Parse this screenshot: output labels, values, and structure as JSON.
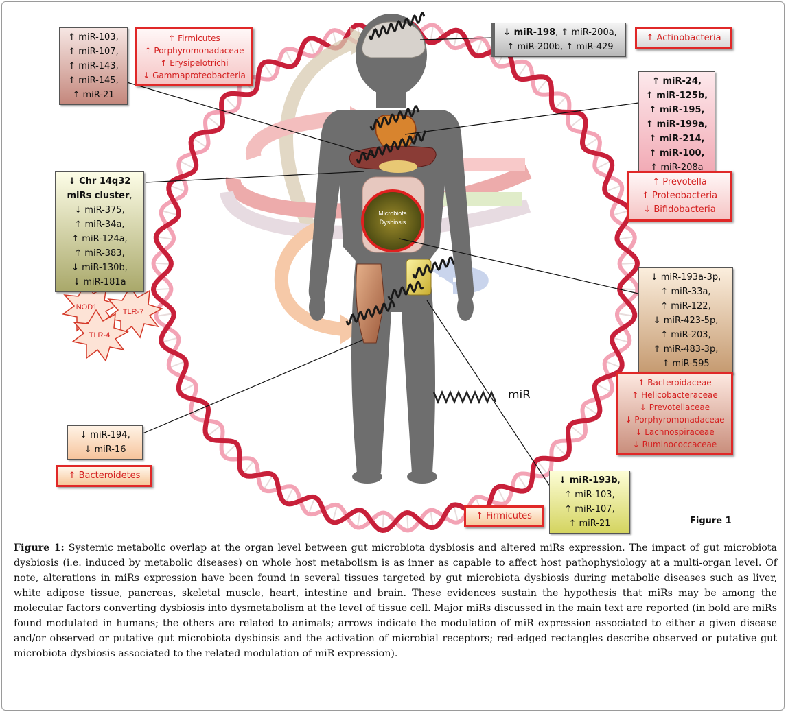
{
  "boxes": {
    "top_left": {
      "lines": [
        "↑ miR-103,",
        "↑ miR-107,",
        "↑ miR-143,",
        "↑ miR-145,",
        "↑ miR-21"
      ]
    },
    "top_left_red": {
      "lines": [
        "↑ Firmicutes",
        "↑ Porphyromonadaceae",
        "↑ Erysipelotrichi",
        "↓ Gammaproteobacteria"
      ]
    },
    "top_center": {
      "line1_bold": "↓ miR-198",
      "line1_rest": ", ↑ miR-200a,",
      "line2": "↑ miR-200b, ↑ miR-429"
    },
    "top_right_red": {
      "lines": [
        "↑ Actinobacteria"
      ]
    },
    "right_heart": {
      "lines_bold": [
        "↑ miR-24,",
        "↑ miR-125b,",
        "↑ miR-195,",
        "↑ miR-199a,",
        "↑ miR-214,",
        "↑ miR-100,"
      ],
      "lines": [
        "↑ miR-208a"
      ]
    },
    "right_heart_red": {
      "lines": [
        "↑ Prevotella",
        "↑ Proteobacteria",
        "↓ Bifidobacteria"
      ]
    },
    "left_liver": {
      "bold_lines": [
        "↓ Chr 14q32",
        "miRs cluster"
      ],
      "cluster_suffix": ",",
      "lines": [
        "↓ miR-375,",
        "↑ miR-34a,",
        "↑ miR-124a,",
        "↑ miR-383,",
        "↓ miR-130b,",
        "↓ miR-181a"
      ]
    },
    "right_fat": {
      "lines": [
        "↓ miR-193a-3p,",
        "↑ miR-33a,",
        "↑ miR-122,",
        "↓ miR-423-5p,",
        "↑ miR-203,",
        "↑ miR-483-3p,",
        "↑ miR-595"
      ]
    },
    "right_fat_red": {
      "lines": [
        "↑ Bacteroidaceae",
        "↑ Helicobacteraceae",
        "↓ Prevotellaceae",
        "↓ Porphyromonadaceae",
        "↓ Lachnospiraceae",
        "↓ Ruminococcaceae"
      ]
    },
    "left_muscle": {
      "lines": [
        "↓ miR-194,",
        "↓ miR-16"
      ]
    },
    "left_muscle_red": {
      "lines": [
        "↑ Bacteroidetes"
      ]
    },
    "bottom_right": {
      "line1_bold": "↓ miR-193b",
      "line1_rest": ",",
      "lines": [
        "↑ miR-103,",
        "↑ miR-107,",
        "↑ miR-21"
      ]
    },
    "bottom_red": {
      "lines": [
        "↑ Firmicutes"
      ]
    }
  },
  "receptors": [
    "NOD1",
    "TLR-7",
    "TLR-4"
  ],
  "gut_label": [
    "Microbiota",
    "Dysbiosis"
  ],
  "legend": {
    "mir_label": "miR"
  },
  "figure_label": "Figure 1",
  "caption": {
    "label": "Figure 1:",
    "text": " Systemic metabolic overlap at the organ level between gut microbiota dysbiosis and altered miRs expression. The impact of gut microbiota dysbiosis (i.e. induced by metabolic diseases) on whole host metabolism is as inner as capable to affect host pathophysiology at a multi-organ level. Of note, alterations in miRs expression have been found in several tissues targeted by gut microbiota dysbiosis during metabolic diseases such as liver, white adipose tissue, pancreas, skeletal muscle, heart, intestine and brain. These evidences sustain the hypothesis that miRs may be among the molecular factors converting dysbiosis into dysmetabolism at the level of tissue cell. Major miRs discussed in the main text are reported (in bold are miRs found modulated in humans; the others are related to animals; arrows indicate the modulation of miR expression associated to either a given disease and/or observed or putative gut microbiota dysbiosis and the activation of microbial receptors; red-edged rectangles describe observed or putative gut microbiota dysbiosis associated to the related modulation of miR expression)."
  },
  "colors": {
    "dna_red": "#c8203a",
    "dna_pink": "#f3a3b5",
    "body_grey": "#6e6e6e",
    "red_edge": "#e02828"
  }
}
